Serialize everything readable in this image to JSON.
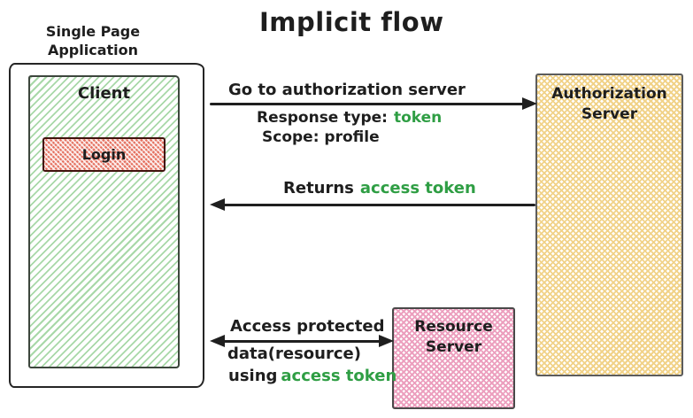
{
  "title": "Implicit flow",
  "colors": {
    "text": "#1e1e1e",
    "highlight_green": "#2f9e44",
    "client_hatch": "#a8d8a8",
    "login_fill": "#e4705f",
    "auth_hatch": "#f1d288",
    "resource_hatch": "#ec9fbe",
    "stroke": "#1f1f1f"
  },
  "nodes": {
    "spa": {
      "caption": [
        "Single Page",
        "Application"
      ],
      "client": "Client",
      "login": "Login"
    },
    "auth_server": [
      "Authorization",
      "Server"
    ],
    "resource_server": [
      "Resource",
      "Server"
    ]
  },
  "arrows": {
    "go_to_auth": {
      "label": "Go to authorization server",
      "response_type_label": "Response type:",
      "response_type_value": "token",
      "scope": "Scope: profile"
    },
    "returns": {
      "prefix": "Returns",
      "highlight": "access token"
    },
    "access_protected": {
      "line1": "Access protected",
      "line2": "data(resource)",
      "using": "using",
      "highlight": "access token"
    }
  }
}
